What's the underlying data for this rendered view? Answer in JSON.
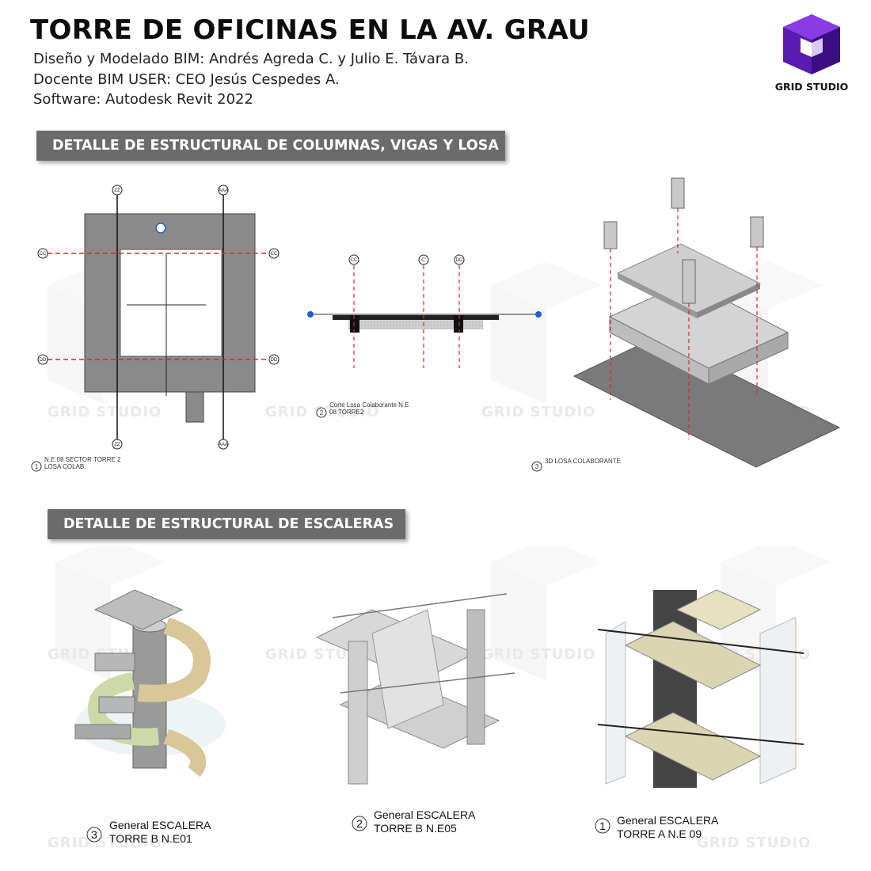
{
  "header": {
    "title": "TORRE DE OFICINAS EN LA AV. GRAU",
    "credits": [
      "Diseño y Modelado BIM: Andrés Agreda C. y Julio E. Távara B.",
      "Docente BIM USER: CEO Jesús Cespedes A.",
      "Software: Autodesk Revit 2022"
    ]
  },
  "logo": {
    "text": "GRID STUDIO",
    "icon": "cube-logo-icon",
    "colors": {
      "dark": "#3a0d80",
      "mid": "#6a22c8",
      "light": "#8b3be6"
    }
  },
  "watermark": "GRID STUDIO",
  "sections": {
    "structure": {
      "title": "DETALLE DE ESTRUCTURAL DE COLUMNAS, VIGAS Y LOSA"
    },
    "stairs": {
      "title": "DETALLE DE ESTRUCTURAL DE ESCALERAS"
    }
  },
  "views": {
    "plan": {
      "number": "1",
      "line1": "N.E.08 SECTOR TORRE 2",
      "line2": "LOSA COLAB."
    },
    "section": {
      "number": "2",
      "line1": "Corte Losa Colaborante N.E",
      "line2": "08 TORRE2"
    },
    "iso3d": {
      "number": "3",
      "line1": "3D LOSA COLABORANTE"
    },
    "stair3": {
      "number": "3",
      "line1": "General ESCALERA",
      "line2": "TORRE B N.E01"
    },
    "stair2": {
      "number": "2",
      "line1": "General ESCALERA",
      "line2": "TORRE B N.E05"
    },
    "stair1": {
      "number": "1",
      "line1": "General ESCALERA",
      "line2": "TORRE A N.E 09"
    }
  },
  "grid_labels": {
    "plan": [
      "ZZ",
      "AAA",
      "CC",
      "CC",
      "DD",
      "DD",
      "ZZ",
      "AAA"
    ],
    "section": [
      "CC",
      "C'",
      "DD"
    ]
  },
  "colors": {
    "gridline": "#e0262a",
    "banner": "#6b6b6b",
    "slab": "#8a8a8a"
  }
}
